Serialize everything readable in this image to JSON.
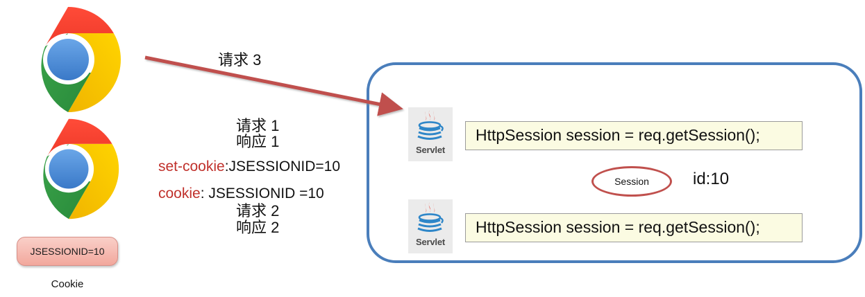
{
  "diagram": {
    "title": "HttpSession / JSESSIONID cookie flow",
    "colors": {
      "request_red": "#C0504D",
      "response_blue": "#4A7EBB",
      "container_blue": "#4A7EBB",
      "code_bg": "#FBFBE2",
      "cookie_chip": "#F4B5AC",
      "session_border": "#C0504D",
      "label_red": "#C0302B"
    }
  },
  "clients": {
    "browser_top": {
      "icon": "chrome-logo",
      "label": ""
    },
    "browser_bottom": {
      "icon": "chrome-logo",
      "label": ""
    },
    "cookie_store": {
      "value": "JSESSIONID=10",
      "caption": "Cookie"
    }
  },
  "arrows": {
    "request3": {
      "label": "请求 3",
      "direction": "client-to-server",
      "color": "#C0504D"
    },
    "request1": {
      "label": "请求 1",
      "direction": "client-to-server",
      "color": "#C0504D"
    },
    "response1": {
      "label": "响应 1",
      "direction": "server-to-client",
      "color": "#4A7EBB"
    },
    "request2": {
      "label": "请求 2",
      "direction": "client-to-server",
      "color": "#C0504D"
    },
    "response2": {
      "label": "响应 2",
      "direction": "server-to-client",
      "color": "#4A7EBB"
    }
  },
  "headers": {
    "set_cookie": {
      "key": "set-cookie",
      "value": ":JSESSIONID=10"
    },
    "cookie": {
      "key": "cookie",
      "value": ": JSESSIONID =10"
    }
  },
  "server": {
    "servlet_top": {
      "icon": "java-cup-icon",
      "caption": "Servlet"
    },
    "servlet_bottom": {
      "icon": "java-cup-icon",
      "caption": "Servlet"
    },
    "code_top": "HttpSession session = req.getSession();",
    "code_bottom": "HttpSession session = req.getSession();",
    "session_node": {
      "label": "Session",
      "id_label": "id:10"
    }
  }
}
